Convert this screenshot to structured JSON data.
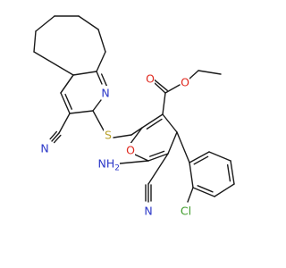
{
  "colors": {
    "carbon": "#1a1a1a",
    "nitrogen": "#2b37c8",
    "oxygen": "#e0281e",
    "sulfur": "#b8a02a",
    "chlorine": "#3c9a28",
    "background": "#ffffff"
  },
  "atoms": {
    "n_pyridine": {
      "label": "N",
      "element": "nitrogen"
    },
    "n_nitrile_pyridine": {
      "label": "N",
      "element": "nitrogen"
    },
    "s_thioether": {
      "label": "S",
      "element": "sulfur"
    },
    "o_ester_carbonyl": {
      "label": "O",
      "element": "oxygen"
    },
    "o_ester_ether": {
      "label": "O",
      "element": "oxygen"
    },
    "o_pyran": {
      "label": "O",
      "element": "oxygen"
    },
    "nh2_amino": {
      "label": "NH2",
      "element": "nitrogen"
    },
    "n_nitrile_pyran": {
      "label": "N",
      "element": "nitrogen"
    },
    "cl_chloro": {
      "label": "Cl",
      "element": "chlorine"
    }
  }
}
